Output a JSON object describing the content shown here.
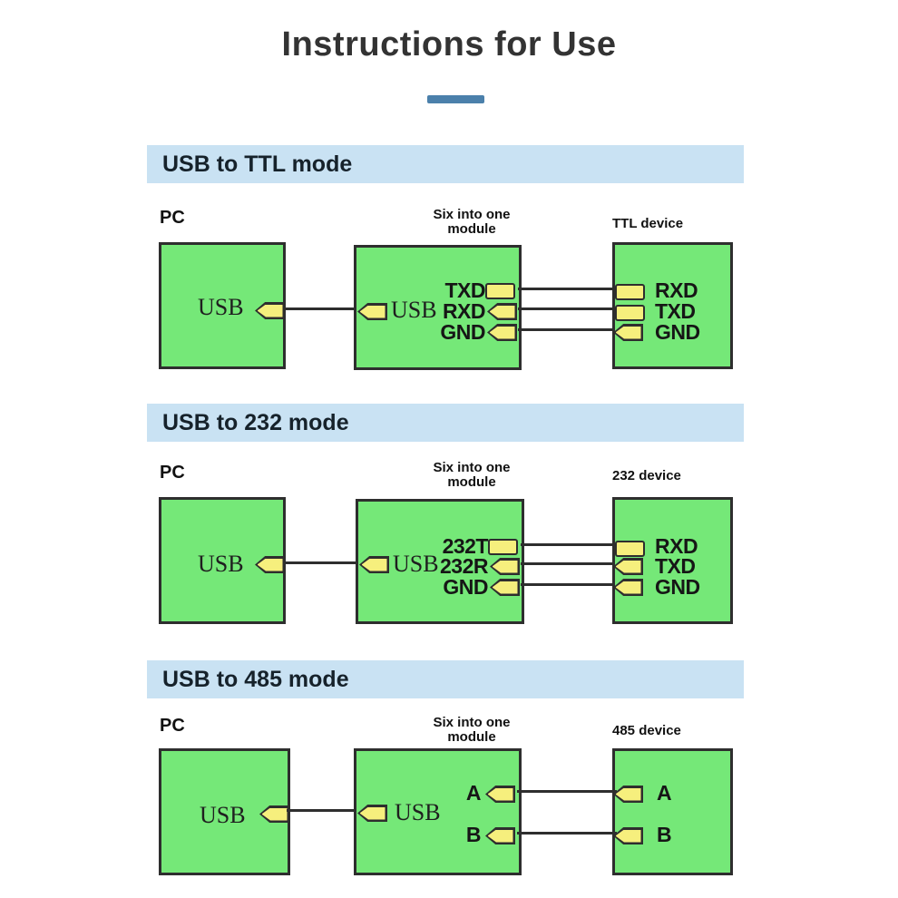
{
  "page": {
    "title": "Instructions for Use"
  },
  "sections": [
    {
      "header": "USB to TTL mode",
      "pc": {
        "label": "PC",
        "port": "USB"
      },
      "module": {
        "caption_line1": "Six into one",
        "caption_line2": "module",
        "port": "USB",
        "pins": [
          "TXD",
          "RXD",
          "GND"
        ]
      },
      "device": {
        "caption": "TTL device",
        "pins": [
          "RXD",
          "TXD",
          "GND"
        ]
      }
    },
    {
      "header": "USB to 232 mode",
      "pc": {
        "label": "PC",
        "port": "USB"
      },
      "module": {
        "caption_line1": "Six into one",
        "caption_line2": "module",
        "port": "USB",
        "pins": [
          "232T",
          "232R",
          "GND"
        ]
      },
      "device": {
        "caption": "232 device",
        "pins": [
          "RXD",
          "TXD",
          "GND"
        ]
      }
    },
    {
      "header": "USB to 485 mode",
      "pc": {
        "label": "PC",
        "port": "USB"
      },
      "module": {
        "caption_line1": "Six into one",
        "caption_line2": "module",
        "port": "USB",
        "pins": [
          "A",
          "B"
        ]
      },
      "device": {
        "caption": "485 device",
        "pins": [
          "A",
          "B"
        ]
      }
    }
  ],
  "colors": {
    "green": "#75e878",
    "yellow": "#f6ef7d",
    "header_bg": "#c9e2f3",
    "accent_blue": "#4b80ab",
    "line": "#2e2e2e"
  }
}
